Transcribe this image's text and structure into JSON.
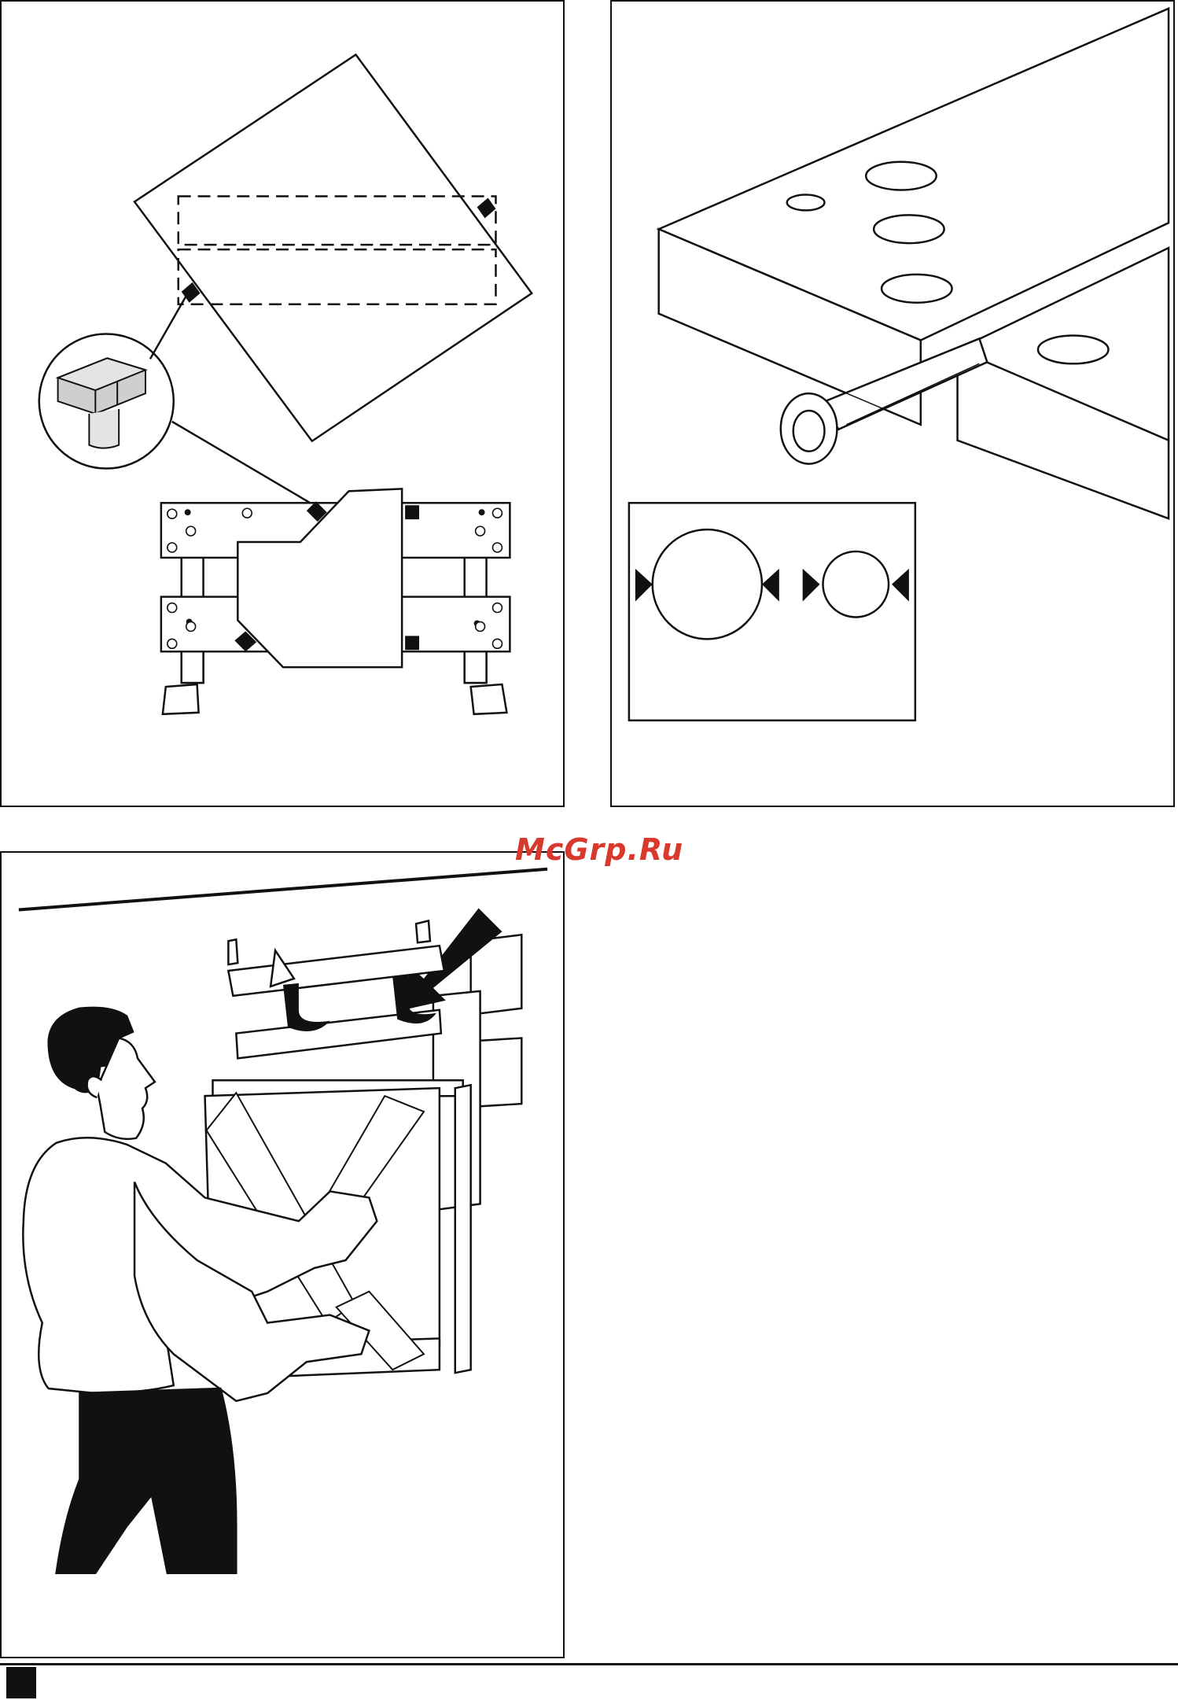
{
  "watermark": {
    "text": "McGrp.Ru",
    "color": "#d9392c"
  },
  "panels": [
    {
      "id": "fig-top-left",
      "subject": "clamp-plate-and-workbench-frame"
    },
    {
      "id": "fig-top-right",
      "subject": "worktop-board-with-hinge-pin"
    },
    {
      "id": "fig-bottom-left",
      "subject": "person-lifting-workbench-onto-wall"
    }
  ],
  "footer": {
    "marker_color": "#111111"
  }
}
